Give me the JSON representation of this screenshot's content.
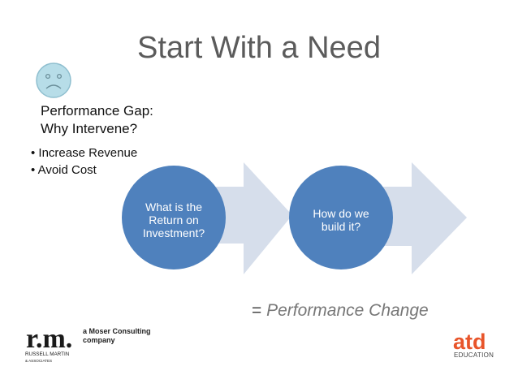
{
  "slide": {
    "title": "Start With a Need",
    "gap_line1": "Performance Gap:",
    "gap_line2": "Why Intervene?",
    "bullets": [
      "Increase Revenue",
      "Avoid Cost"
    ],
    "circle1": [
      "What is the",
      "Return on",
      "Investment?"
    ],
    "circle2": [
      "How do we",
      "build it?"
    ],
    "equals": "=",
    "result": "Performance Change",
    "colors": {
      "circle": "#4f81bd",
      "arrow": "#d6deeb",
      "smiley": "#b7dde8"
    }
  },
  "footer": {
    "rm_logo_text": "r.m.",
    "rm_logo_sub": "RUSSELL MARTIN",
    "rm_logo_sub2": "& ASSOCIATES",
    "moser_line1": "a   Moser Consulting",
    "moser_line2": "company",
    "atd_logo": "atd",
    "atd_sub": "EDUCATION"
  }
}
